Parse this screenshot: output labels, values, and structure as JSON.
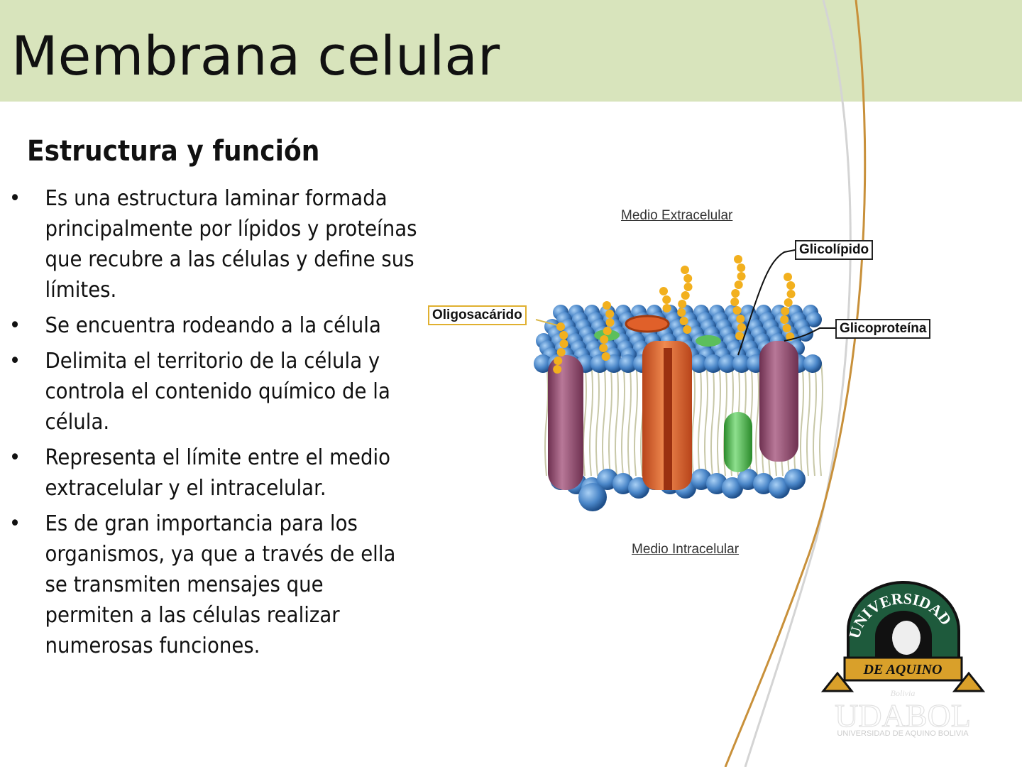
{
  "slide": {
    "title": "Membrana celular",
    "subtitle": "Estructura y función",
    "bullets": [
      "Es una estructura laminar formada principalmente por lípidos y proteínas que recubre a las células y define sus límites.",
      "Se encuentra rodeando a la célula",
      "Delimita el territorio de la célula y controla el contenido químico de la célula.",
      "Representa el límite entre el medio extracelular y el intracelular.",
      "Es de gran importancia para los organismos, ya que a través de ella se transmiten mensajes que permiten a las células realizar numerosas funciones."
    ],
    "bullet_symbol": "•"
  },
  "diagram": {
    "label_top": "Medio Extracelular",
    "label_bottom": "Medio Intracelular",
    "callouts": {
      "oligosacarido": "Oligosacárido",
      "glicolipido": "Glicolípido",
      "glicoproteina": "Glicoproteína"
    }
  },
  "logo": {
    "arc_text": "UNIVERSIDAD",
    "ribbon_text": "DE AQUINO",
    "country": "Bolivia",
    "acronym": "UDABOL",
    "full_name": "UNIVERSIDAD DE AQUINO BOLIVIA"
  },
  "colors": {
    "header_band": "#d8e4bc",
    "accent_orange": "#c8903a",
    "lipid_head_blue": "#4a86c8",
    "logo_green": "#1e5a3c",
    "logo_gold": "#d9a02a"
  }
}
